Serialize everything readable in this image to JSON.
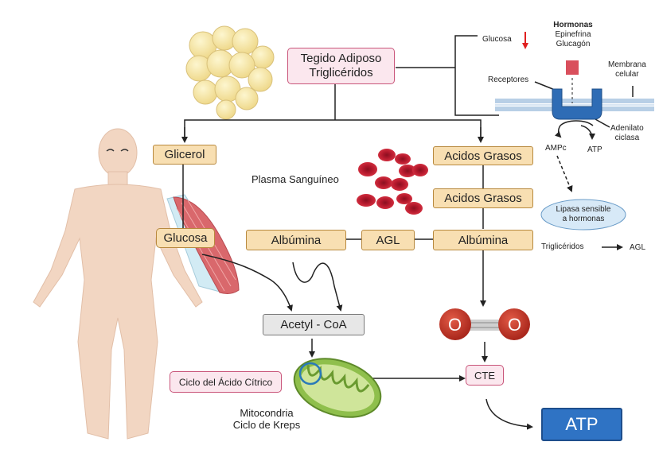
{
  "nodes": {
    "tejido_line1": "Tegido Adiposo",
    "tejido_line2": "Triglicéridos",
    "glicerol": "Glicerol",
    "glucosa": "Glucosa",
    "acidos_grasos_1": "Acidos Grasos",
    "acidos_grasos_2": "Acidos Grasos",
    "albumina_left": "Albúmina",
    "agl": "AGL",
    "albumina_right": "Albúmina",
    "acetyl_coa": "Acetyl - CoA",
    "ciclo_acido_citrico": "Ciclo del Ácido Cítrico",
    "cte": "CTE",
    "atp": "ATP"
  },
  "labels": {
    "plasma": "Plasma Sanguíneo",
    "mitocondria_line1": "Mitocondria",
    "mitocondria_line2": "Ciclo de Kreps",
    "oxygen_o": "O"
  },
  "hormone_panel": {
    "glucosa": "Glucosa",
    "hormonas_title": "Hormonas",
    "epinefrina": "Epinefrina",
    "glucagon": "Glucagón",
    "receptores": "Receptores",
    "membrana_line1": "Membrana",
    "membrana_line2": "celular",
    "adenilato_line1": "Adenilato",
    "adenilato_line2": "ciclasa",
    "ampc": "AMPc",
    "atp": "ATP",
    "lipasa_line1": "Lipasa sensible",
    "lipasa_line2": "a hormonas",
    "trigliceridos": "Triglicéridos",
    "agl": "AGL"
  },
  "colors": {
    "box_fill": "#f8dfb2",
    "box_border": "#b8893e",
    "pink_fill": "#fbe7ee",
    "atp_fill": "#2f73c4",
    "oxygen_red": "#c23a2b",
    "skin": "#f2d6c2",
    "down_arrow_red": "#e02020"
  }
}
